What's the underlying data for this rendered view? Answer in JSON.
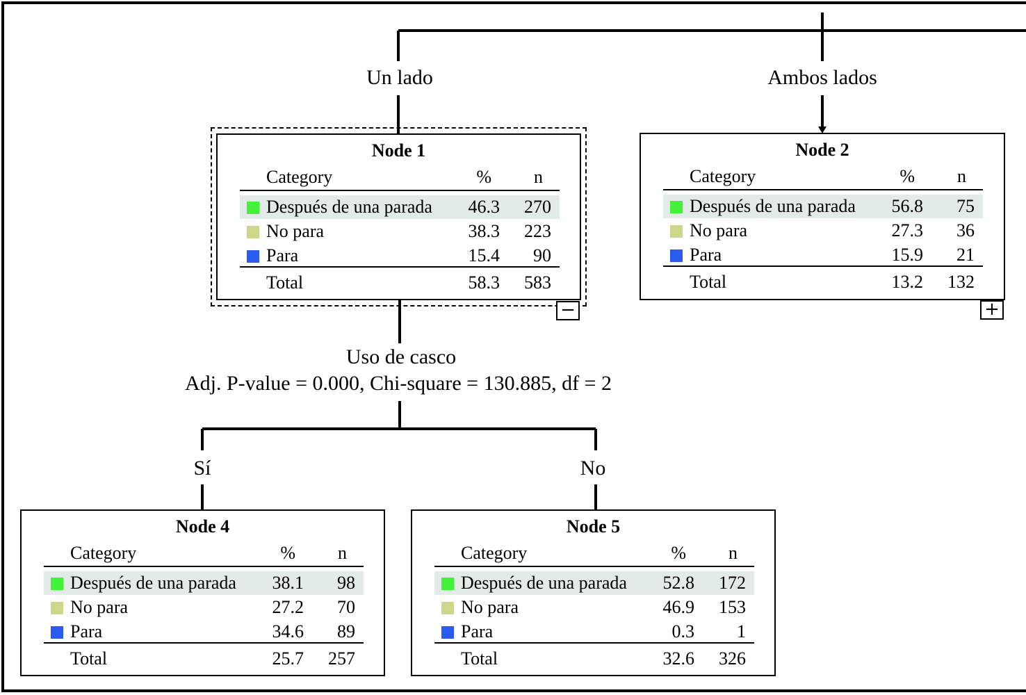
{
  "colors": {
    "despues": "#44f23a",
    "nopara": "#cdd68a",
    "para": "#2a5af0",
    "highlight_row": "#e3ebe6",
    "line": "#000000"
  },
  "edges": {
    "un_lado": "Un lado",
    "ambos_lados": "Ambos lados",
    "si": "Sí",
    "no": "No"
  },
  "split": {
    "variable": "Uso de casco",
    "stats": "Adj. P-value = 0.000, Chi-square = 130.885, df = 2"
  },
  "headers": {
    "category": "Category",
    "pct": "%",
    "n": "n"
  },
  "total_label": "Total",
  "nodes": {
    "node1": {
      "title": "Node 1",
      "rows": [
        {
          "name": "Después de una parada",
          "pct": "46.3",
          "n": "270"
        },
        {
          "name": "No para",
          "pct": "38.3",
          "n": "223"
        },
        {
          "name": "Para",
          "pct": "15.4",
          "n": "90"
        }
      ],
      "total": {
        "pct": "58.3",
        "n": "583"
      },
      "toggle": "−"
    },
    "node2": {
      "title": "Node 2",
      "rows": [
        {
          "name": "Después de una parada",
          "pct": "56.8",
          "n": "75"
        },
        {
          "name": "No para",
          "pct": "27.3",
          "n": "36"
        },
        {
          "name": "Para",
          "pct": "15.9",
          "n": "21"
        }
      ],
      "total": {
        "pct": "13.2",
        "n": "132"
      },
      "toggle": "+"
    },
    "node4": {
      "title": "Node 4",
      "rows": [
        {
          "name": "Después de una parada",
          "pct": "38.1",
          "n": "98"
        },
        {
          "name": "No para",
          "pct": "27.2",
          "n": "70"
        },
        {
          "name": "Para",
          "pct": "34.6",
          "n": "89"
        }
      ],
      "total": {
        "pct": "25.7",
        "n": "257"
      }
    },
    "node5": {
      "title": "Node 5",
      "rows": [
        {
          "name": "Después de una parada",
          "pct": "52.8",
          "n": "172"
        },
        {
          "name": "No para",
          "pct": "46.9",
          "n": "153"
        },
        {
          "name": "Para",
          "pct": "0.3",
          "n": "1"
        }
      ],
      "total": {
        "pct": "32.6",
        "n": "326"
      }
    }
  }
}
